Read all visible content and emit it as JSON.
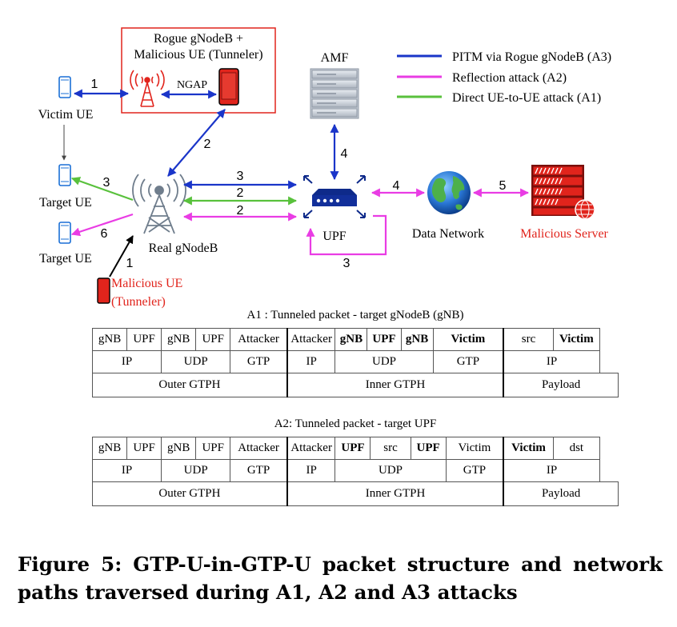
{
  "nodes": {
    "rogue_box_title_line1": "Rogue gNodeB +",
    "rogue_box_title_line2": "Malicious UE (Tunneler)",
    "ngap_label": "NGAP",
    "amf": "AMF",
    "victim_ue": "Victim UE",
    "target_ue_1": "Target UE",
    "target_ue_2": "Target UE",
    "real_gnodeb": "Real gNodeB",
    "malicious_ue_line1": "Malicious UE",
    "malicious_ue_line2": "(Tunneler)",
    "upf": "UPF",
    "data_network": "Data Network",
    "malicious_server": "Malicious Server"
  },
  "legend": [
    {
      "label": "PITM via Rogue gNodeB (A3)",
      "color": "#1a35c9"
    },
    {
      "label": "Reflection attack (A2)",
      "color": "#e93ce4"
    },
    {
      "label": "Direct UE-to-UE attack (A1)",
      "color": "#59c13c"
    }
  ],
  "step_labels": {
    "victim_rogue": "1",
    "rogue_real": "2",
    "real_target_green": "3",
    "real_target_magenta": "6",
    "malicious_real": "1",
    "real_upf_blue": "3",
    "real_upf_green": "2",
    "real_upf_magenta": "2",
    "amf_upf": "4",
    "upf_loop": "3",
    "upf_dn": "4",
    "dn_server": "5"
  },
  "colors": {
    "blue": "#1a35c9",
    "magenta": "#e93ce4",
    "green": "#59c13c",
    "red": "#e1241c"
  },
  "table_a1": {
    "title": "A1 : Tunneled packet - target gNodeB (gNB)",
    "row1": [
      "gNB",
      "UPF",
      "gNB",
      "UPF",
      "Attacker",
      "Attacker",
      "gNB",
      "UPF",
      "gNB",
      "Victim",
      "src",
      "Victim"
    ],
    "row2": [
      "IP",
      "UDP",
      "GTP",
      "IP",
      "UDP",
      "GTP",
      "IP"
    ],
    "row3": [
      "Outer GTPH",
      "Inner GTPH",
      "Payload"
    ]
  },
  "table_a2": {
    "title": "A2: Tunneled packet - target UPF",
    "row1": [
      "gNB",
      "UPF",
      "gNB",
      "UPF",
      "Attacker",
      "Attacker",
      "UPF",
      "src",
      "UPF",
      "Victim",
      "Victim",
      "dst"
    ],
    "row2": [
      "IP",
      "UDP",
      "GTP",
      "IP",
      "UDP",
      "GTP",
      "IP"
    ],
    "row3": [
      "Outer GTPH",
      "Inner GTPH",
      "Payload"
    ]
  },
  "caption": "Figure 5: GTP-U-in-GTP-U packet structure and network paths traversed during A1, A2 and A3 attacks"
}
